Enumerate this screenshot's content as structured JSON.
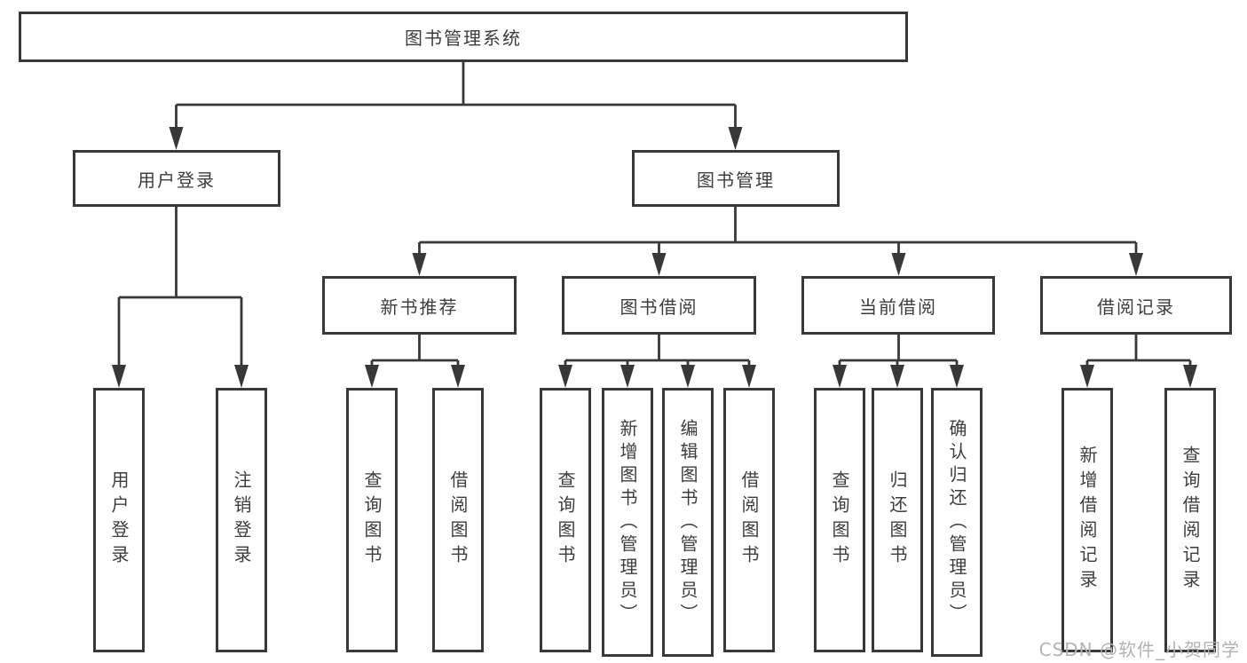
{
  "tree": {
    "root": {
      "label": "图书管理系统"
    },
    "branches": [
      {
        "label": "用户登录",
        "children": [
          {
            "label": "用户登录"
          },
          {
            "label": "注销登录"
          }
        ]
      },
      {
        "label": "图书管理",
        "sections": [
          {
            "label": "新书推荐",
            "children": [
              {
                "label": "查询图书"
              },
              {
                "label": "借阅图书"
              }
            ]
          },
          {
            "label": "图书借阅",
            "children": [
              {
                "label": "查询图书"
              },
              {
                "label": "新增图书（管理员）"
              },
              {
                "label": "编辑图书（管理员）"
              },
              {
                "label": "借阅图书"
              }
            ]
          },
          {
            "label": "当前借阅",
            "children": [
              {
                "label": "查询图书"
              },
              {
                "label": "归还图书"
              },
              {
                "label": "确认归还（管理员）"
              }
            ]
          },
          {
            "label": "借阅记录",
            "children": [
              {
                "label": "新增借阅记录"
              },
              {
                "label": "查询借阅记录"
              }
            ]
          }
        ]
      }
    ]
  },
  "watermark": {
    "text": "CSDN @软件_小贺同学"
  },
  "colors": {
    "line": "#383838",
    "text": "#3d3d3d",
    "watermark": "#b3b3b3",
    "background": "#ffffff"
  }
}
